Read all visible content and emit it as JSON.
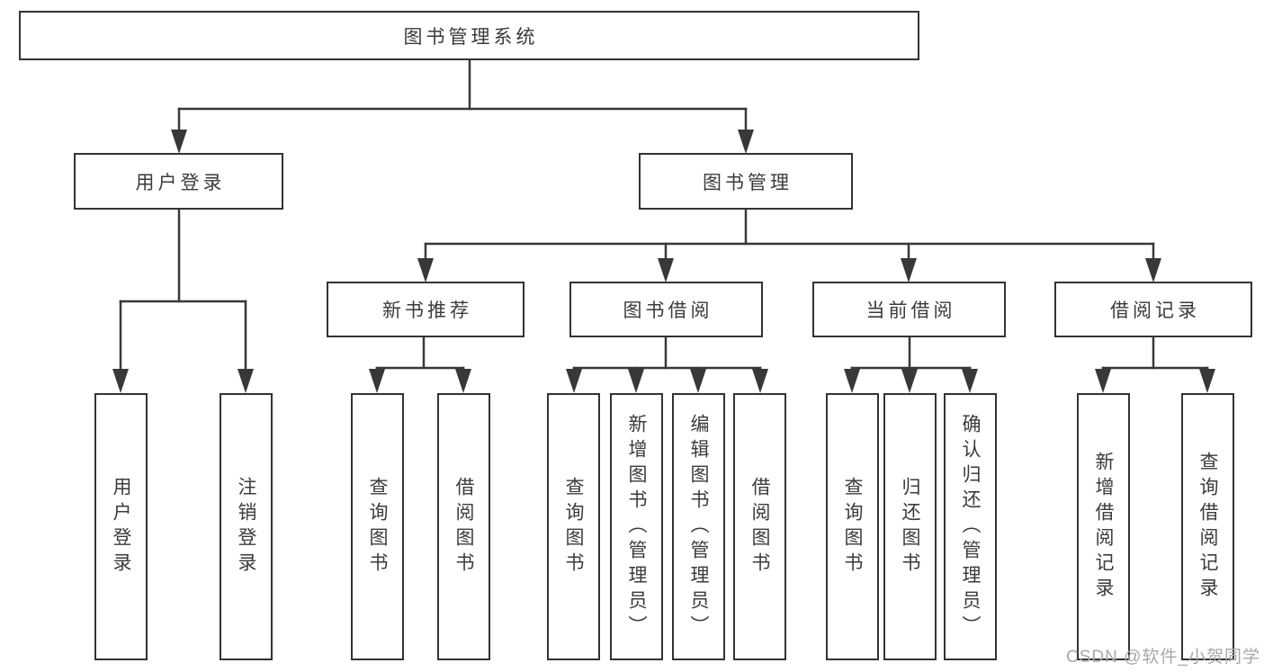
{
  "diagram": {
    "root": {
      "label": "图书管理系统"
    },
    "branches": [
      {
        "label": "用户登录",
        "children": [
          "用户登录",
          "注销登录"
        ]
      },
      {
        "label": "图书管理",
        "children": [
          {
            "label": "新书推荐",
            "children": [
              "查询图书",
              "借阅图书"
            ]
          },
          {
            "label": "图书借阅",
            "children": [
              "查询图书",
              "新增图书（管理员）",
              "编辑图书（管理员）",
              "借阅图书"
            ]
          },
          {
            "label": "当前借阅",
            "children": [
              "查询图书",
              "归还图书",
              "确认归还（管理员）"
            ]
          },
          {
            "label": "借阅记录",
            "children": [
              "新增借阅记录",
              "查询借阅记录"
            ]
          }
        ]
      }
    ],
    "watermark": "CSDN @软件_小贺同学",
    "colors": {
      "line": "#383838",
      "box_border": "#333333",
      "text": "#3b3b3b",
      "watermark": "#a8a8a8",
      "background": "#ffffff"
    }
  }
}
